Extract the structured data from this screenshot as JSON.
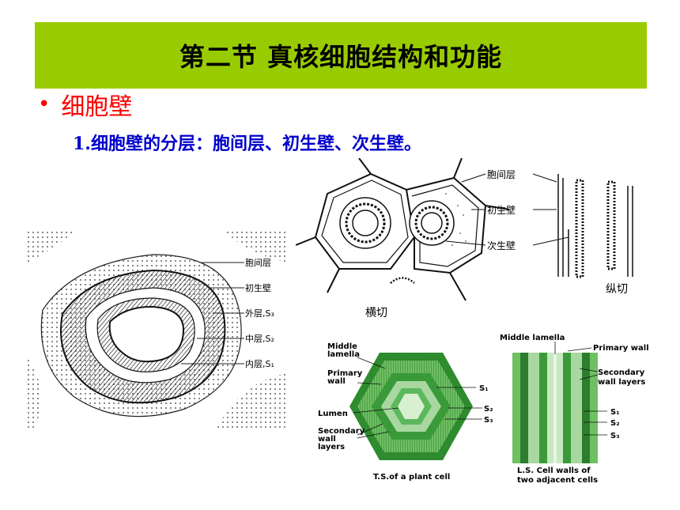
{
  "title": "第二节 真核细胞结构和功能",
  "bullet": "细胞壁",
  "subline": "1.细胞壁的分层：胞间层、初生壁、次生壁。",
  "fig_left": {
    "labels": [
      "胞间层",
      "初生壁",
      "外层,S₃",
      "中层,S₂",
      "内层,S₁"
    ]
  },
  "fig_top": {
    "labels": [
      "胞间层",
      "初生壁",
      "次生壁"
    ],
    "cross": "横切",
    "longitudinal": "纵切"
  },
  "fig_ts": {
    "middle_lamella": [
      "Middle",
      "lamella"
    ],
    "primary_wall": [
      "Primary",
      "wall"
    ],
    "lumen": "Lumen",
    "secondary": [
      "Secondary",
      "wall",
      "layers"
    ],
    "s1": "S₁",
    "s2": "S₂",
    "s3": "S₃",
    "caption": "T.S.of a plant cell"
  },
  "fig_ls": {
    "middle_lamella": "Middle lamella",
    "primary_wall": "Primary wall",
    "secondary": [
      "Secondary",
      "wall layers"
    ],
    "s1": "S₁",
    "s2": "S₂",
    "s3": "S₃",
    "caption": [
      "L.S. Cell walls of",
      "two adjacent cells"
    ]
  },
  "colors": {
    "title_bg": "#99cc00",
    "bullet": "#ff0000",
    "subline": "#0000cc",
    "green_dark": "#2e8b2e",
    "green_light": "#a8d8a0"
  }
}
